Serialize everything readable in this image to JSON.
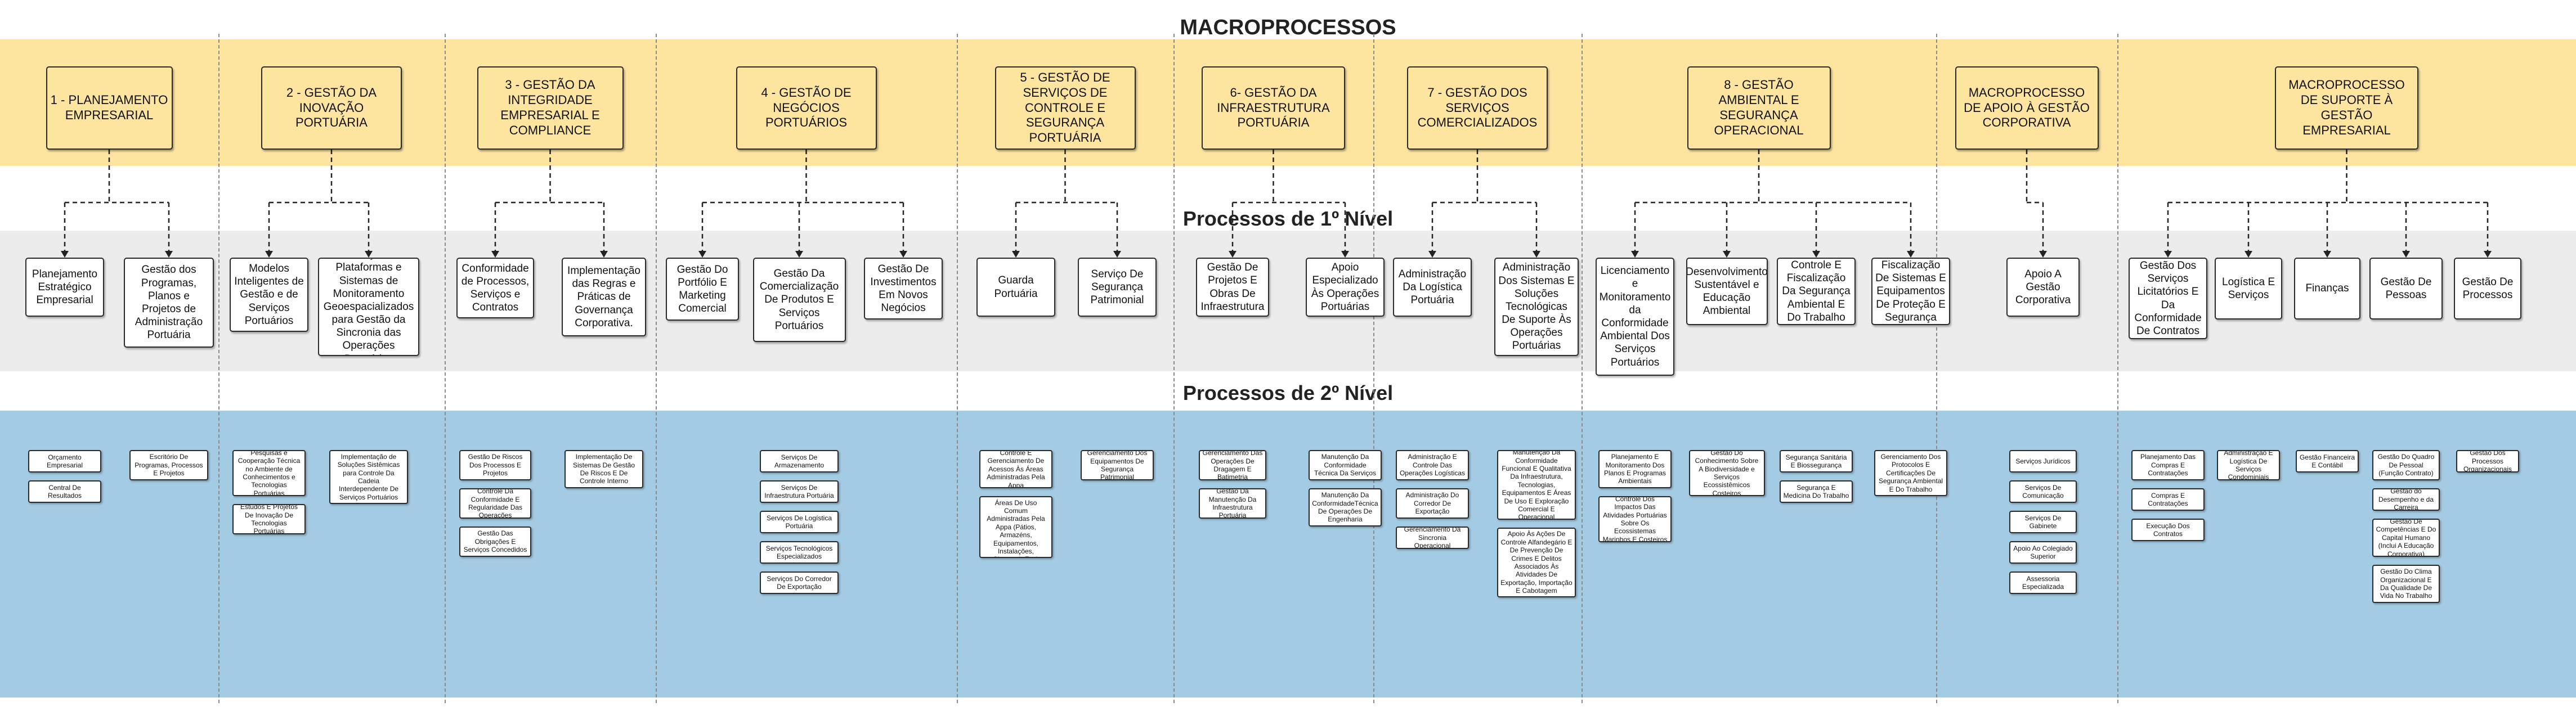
{
  "titles": {
    "macro": "MACROPROCESSOS",
    "level1": "Processos de 1º Nível",
    "level2": "Processos de 2º Nível"
  },
  "colors": {
    "macro_band": "#fde5a0",
    "level1_band": "#ececec",
    "level2_band": "#a3cbe3",
    "box_border": "#2a2a2a"
  },
  "columns": [
    {
      "macro": "1 - PLANEJAMENTO EMPRESARIAL",
      "level1": [
        {
          "label": "Planejamento Estratégico Empresarial",
          "level2": [
            "Orçamento Empresarial",
            "Central De Resultados"
          ]
        },
        {
          "label": "Gestão dos Programas, Planos e Projetos de Administração Portuária",
          "level2": [
            "Escritório De Programas, Processos E Projetos"
          ]
        }
      ]
    },
    {
      "macro": "2 - GESTÃO DA INOVAÇÃO PORTUÁRIA",
      "level1": [
        {
          "label": "Modelos Inteligentes de Gestão e de Serviços Portuários",
          "level2": [
            "Pesquisas e Cooperação Técnica no Ambiente de Conhecimentos e Tecnologias Portuárias",
            "Estudos E Projetos De Inovação De Tecnologias Portuárias"
          ]
        },
        {
          "label": "Promoção de Plataformas e Sistemas de Monitoramento Geoespacializados para Gestão da Sincronia das Operações Portuárias",
          "level2": [
            "Implementação de Soluções Sistêmicas para Controle Da Cadeia Interdependente De Serviços Portuários"
          ]
        }
      ]
    },
    {
      "macro": "3 - GESTÃO DA INTEGRIDADE EMPRESARIAL E COMPLIANCE",
      "level1": [
        {
          "label": "Conformidade de Processos, Serviços e Contratos",
          "level2": [
            "Gestão De Riscos Dos Processos E Projetos",
            "Controle Da Conformidade E Regularidade Das Operações",
            "Gestão Das Obrigações E Serviços Concedidos"
          ]
        },
        {
          "label": "Implementação das Regras e Práticas de Governança Corporativa.",
          "level2": [
            "Implementação De Sistemas De Gestão De Riscos E De Controle Interno"
          ]
        }
      ]
    },
    {
      "macro": "4 - GESTÃO DE NEGÓCIOS PORTUÁRIOS",
      "level1": [
        {
          "label": "Gestão Do Portfólio E Marketing Comercial",
          "level2": []
        },
        {
          "label": "Gestão Da Comercialização De Produtos E Serviços Portuários",
          "level2": [
            "Serviços De Armazenamento",
            "Serviços De Infraestrutura Portuária",
            "Serviços De Logística Portuária",
            "Serviços Tecnológicos Especializados",
            "Serviços Do Corredor De Exportação"
          ]
        },
        {
          "label": "Gestão De Investimentos Em Novos Negócios",
          "level2": []
        }
      ]
    },
    {
      "macro": "5 - GESTÃO DE SERVIÇOS DE CONTROLE E SEGURANÇA PORTUÁRIA",
      "level1": [
        {
          "label": "Guarda Portuária",
          "level2": [
            "Controle E Gerenciamento De Acessos Às Áreas Administradas Pela Appa",
            "Monitoramento Das Áreas De Uso Comum Administradas Pela Appa (Pátios, Armazéns, Equipamentos, Instalações, Sistemas, Etc.)"
          ]
        },
        {
          "label": "Serviço De Segurança Patrimonial",
          "level2": [
            "Gerenciamento Dos Equipamentos De Segurança Patrimonial"
          ]
        }
      ]
    },
    {
      "macro": "6- GESTÃO DA INFRAESTRUTURA PORTUÁRIA",
      "level1": [
        {
          "label": "Gestão De Projetos E Obras De Infraestrutura",
          "level2": [
            "Gerenciamento Das Operações De Dragagem E Batimetria",
            "Gestão Da Manutenção Da Infraestrutura Portuária"
          ]
        },
        {
          "label": "Apoio Especializado Às Operações Portuárias",
          "level2": [
            "Manutenção Da Conformidade Técnica Da Serviços",
            "Manutenção Da ConformidadeTécnica De Operações De Engenharia"
          ]
        }
      ]
    },
    {
      "macro": "7 - GESTÃO DOS SERVIÇOS COMERCIALIZADOS",
      "level1": [
        {
          "label": "Administração Da Logística Portuária",
          "level2": [
            "Administração E Controle Das Operações Logísticas",
            "Administração Do Corredor De Exportação",
            "Gerenciamento Da Sincronia Operacional"
          ]
        },
        {
          "label": "Administração Dos Sistemas E Soluções Tecnológicas De Suporte Às Operações Portuárias",
          "level2": [
            "Manutenção Da Conformidade Funcional E Qualitativa Da Infraestrutura, Tecnologias, Equipamentos E Áreas De Uso E Exploração Comercial E Operacional",
            "Apoio Às Ações De Controle Alfandegário E De Prevenção De Crimes E Delitos Associados Às Atividades De Exportação, Importação E Cabotagem"
          ]
        }
      ]
    },
    {
      "macro": "8 - GESTÃO AMBIENTAL E SEGURANÇA OPERACIONAL",
      "level1": [
        {
          "label": "Licenciamento e Monitoramento da Conformidade Ambiental Dos Serviços Portuários",
          "level2": [
            "Planejamento E Monitoramento Dos Planos E Programas Ambientais",
            "Controle Dos Impactos Das Atividades Portuárias Sobre Os Ecossistemas Marinhos E Costeiros"
          ]
        },
        {
          "label": "Desenvolvimento Sustentável e Educação Ambiental",
          "level2": [
            "Gestão Do Conhecimento Sobre A Biodiversidade e Serviços Ecossistêmicos Costeiros"
          ]
        },
        {
          "label": "Controle E Fiscalização Da Segurança Ambiental E Do Trabalho",
          "level2": [
            "Segurança Sanitária E Biossegurança",
            "Segurança E Medicina Do Trabalho"
          ]
        },
        {
          "label": "Fiscalização De Sistemas E Equipamentos De Proteção E Segurança",
          "level2": [
            "Gerenciamento Dos Protocolos E Certificações De Segurança Ambiental E Do Trabalho"
          ]
        }
      ]
    },
    {
      "macro": "MACROPROCESSO DE APOIO À GESTÃO CORPORATIVA",
      "level1": [
        {
          "label": "Apoio A Gestão Corporativa",
          "level2": [
            "Serviços Jurídicos",
            "Serviços De Comunicação",
            "Serviços De Gabinete",
            "Apoio Ao Colegiado Superior",
            "Assessoria Especializada"
          ]
        }
      ]
    },
    {
      "macro": "MACROPROCESSO DE SUPORTE À GESTÃO EMPRESARIAL",
      "level1": [
        {
          "label": "Gestão Dos Serviços Licitatórios E Da Conformidade De Contratos",
          "level2": [
            "Planejamento Das Compras E Contratações",
            "Compras E Contratações",
            "Execução Dos Contratos"
          ]
        },
        {
          "label": "Logística E Serviços",
          "level2": [
            "Administração E Logística De Serviços Condominiais"
          ]
        },
        {
          "label": "Finanças",
          "level2": [
            "Gestão Financeira E Contábil"
          ]
        },
        {
          "label": "Gestão De Pessoas",
          "level2": [
            "Gestão Do Quadro De Pessoal (Função Contrato)",
            "Gestão do Desempenho e da Carreira",
            "Gestão De Competências E Do Capital Humano (Inclui A Educação Corporativa)",
            "Gestão Do Clima Organizacional E Da Qualidade De Vida No Trabalho"
          ]
        },
        {
          "label": "Gestão De Processos",
          "level2": [
            "Gestão Dos Processos Organizacionais"
          ]
        }
      ]
    }
  ]
}
